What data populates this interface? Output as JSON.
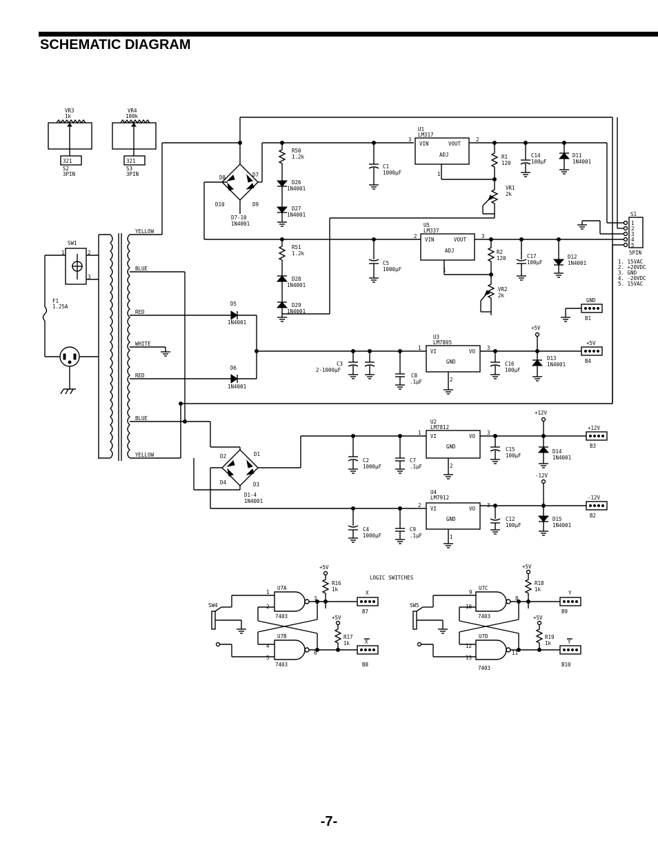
{
  "page": {
    "title": "SCHEMATIC DIAGRAM",
    "page_number": "-7-"
  },
  "colors": {
    "ink": "#000000",
    "paper": "#ffffff"
  },
  "pots_top": {
    "vr3": {
      "name": "VR3",
      "value": "1k",
      "pins": "321",
      "conn": "S2",
      "conn_type": "3PIN"
    },
    "vr4": {
      "name": "VR4",
      "value": "100k",
      "pins": "321",
      "conn": "S3",
      "conn_type": "3PIN"
    }
  },
  "mains": {
    "switch": "SW1",
    "switch_pin1": "1",
    "switch_pin2": "2",
    "switch_pin3": "3",
    "fuse": "F1",
    "fuse_value": "1.25A"
  },
  "transformer_leads": [
    "YELLOW",
    "BLUE",
    "RED",
    "WHITE",
    "RED",
    "BLUE",
    "YELLOW"
  ],
  "bridge_top": {
    "d8": "D8",
    "d7": "D7",
    "d10": "D10",
    "d9": "D9",
    "label": "D7-10",
    "part": "1N4001"
  },
  "bridge_bottom": {
    "d2": "D2",
    "d1": "D1",
    "d4": "D4",
    "d3": "D3",
    "label": "D1-4",
    "part": "1N4001"
  },
  "ladder1": {
    "r": "R50",
    "rv": "1.2k",
    "d1": "D26",
    "d1v": "1N4001",
    "d2": "D27",
    "d2v": "1N4001"
  },
  "ladder2": {
    "r": "R51",
    "rv": "1.2k",
    "d1": "D28",
    "d1v": "1N4001",
    "d2": "D29",
    "d2v": "1N4001"
  },
  "u1": {
    "name": "U1",
    "part": "LM317",
    "vin": "VIN",
    "vout": "VOUT",
    "adj": "ADJ",
    "p3": "3",
    "p2": "2",
    "p1": "1"
  },
  "u5": {
    "name": "U5",
    "part": "LM337",
    "vin": "VIN",
    "vout": "VOUT",
    "adj": "ADJ",
    "p2": "2",
    "p3": "3",
    "p1": "1"
  },
  "upper_parts": {
    "c1": "C1",
    "c1v": "1000µF",
    "r1": "R1",
    "r1v": "120",
    "c14": "C14",
    "c14v": "100µF",
    "d11": "D11",
    "d11v": "1N4001",
    "vr1": "VR1",
    "vr1v": "2k",
    "c5": "C5",
    "c5v": "1000µF",
    "r2": "R2",
    "r2v": "120",
    "c17": "C17",
    "c17v": "100µF",
    "d12": "D12",
    "d12v": "1N4001",
    "vr2": "VR2",
    "vr2v": "2k"
  },
  "s1": {
    "name": "S1",
    "type": "5PIN",
    "pins": [
      "1",
      "2",
      "3",
      "4",
      "5"
    ],
    "legend": [
      "1. 15VAC",
      "2. +20VDC",
      "3. GND",
      "4. -20VDC",
      "5. 15VAC"
    ]
  },
  "d5": {
    "name": "D5",
    "part": "1N4001"
  },
  "d6": {
    "name": "D6",
    "part": "1N4001"
  },
  "u3": {
    "name": "U3",
    "part": "LM7805",
    "vi": "VI",
    "vo": "VO",
    "gnd": "GND",
    "p1": "1",
    "p3": "3",
    "p2": "2"
  },
  "five_v": {
    "c3": "C3",
    "c3v": "2-1000µF",
    "c8": "C8",
    "c8v": ".1µF",
    "c16": "C16",
    "c16v": "100µF",
    "d13": "D13",
    "d13v": "1N4001",
    "rail": "+5V",
    "conn_label": "+5V",
    "conn": "B4"
  },
  "gnd_conn": {
    "label": "GND",
    "conn": "B1"
  },
  "u2": {
    "name": "U2",
    "part": "LM7812",
    "vi": "VI",
    "vo": "VO",
    "gnd": "GND",
    "p1": "1",
    "p3": "3",
    "p2": "2"
  },
  "twelve_v": {
    "c2": "C2",
    "c2v": "1000µF",
    "c7": "C7",
    "c7v": ".1µF",
    "c15": "C15",
    "c15v": "100µF",
    "d14": "D14",
    "d14v": "1N4001",
    "rail": "+12V",
    "conn_label": "+12V",
    "conn": "B3"
  },
  "u4": {
    "name": "U4",
    "part": "LM7912",
    "vi": "VI",
    "vo": "VO",
    "gnd": "GND",
    "p2": "2",
    "p3": "3",
    "p1": "1"
  },
  "neg_twelve_v": {
    "c4": "C4",
    "c4v": "1000µF",
    "c9": "C9",
    "c9v": ".1µF",
    "c12": "C12",
    "c12v": "100µF",
    "d15": "D15",
    "d15v": "1N4001",
    "rail": "-12V",
    "conn_label": "-12V",
    "conn": "B2"
  },
  "logic": {
    "title": "LOGIC SWITCHES",
    "left": {
      "sw": "SW4",
      "ga": "U7A",
      "gb": "U7B",
      "part": "7403",
      "pin1": "1",
      "pin2": "2",
      "pin3": "3",
      "pin4": "4",
      "pin5": "5",
      "pin6": "6",
      "r_top": "R16",
      "r_top_v": "1k",
      "r_bot": "R17",
      "r_bot_v": "1k",
      "vcc1": "+5V",
      "vcc2": "+5V",
      "out1": "X",
      "conn1": "B7",
      "out2": "X",
      "conn2": "B8"
    },
    "right": {
      "sw": "SW5",
      "ga": "U7C",
      "gb": "U7D",
      "part": "7403",
      "pin1": "9",
      "pin2": "10",
      "pin3": "8",
      "pin4": "12",
      "pin5": "13",
      "pin6": "11",
      "r_top": "R18",
      "r_top_v": "1k",
      "r_bot": "R19",
      "r_bot_v": "1k",
      "vcc1": "+5V",
      "vcc2": "+5V",
      "out1": "Y",
      "conn1": "B9",
      "out2": "Y",
      "conn2": "B10"
    }
  }
}
